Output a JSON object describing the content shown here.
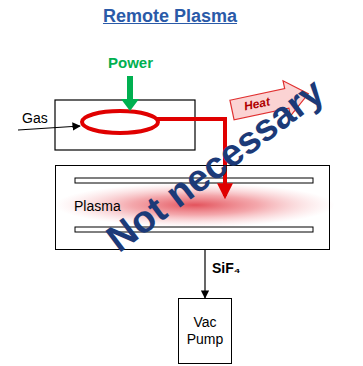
{
  "diagram": {
    "title": "Remote Plasma",
    "nodes": [
      {
        "text": [
          "Plasma"
        ]
      },
      {
        "text": [
          "Vac Pump"
        ]
      }
    ],
    "edges": [
      {
        "from": 0,
        "to": 1,
        "label": "SiF₄",
        "arrow": "to"
      }
    ],
    "labels": [
      "Power",
      "Gas",
      "Heat",
      "Not necessary"
    ]
  }
}
